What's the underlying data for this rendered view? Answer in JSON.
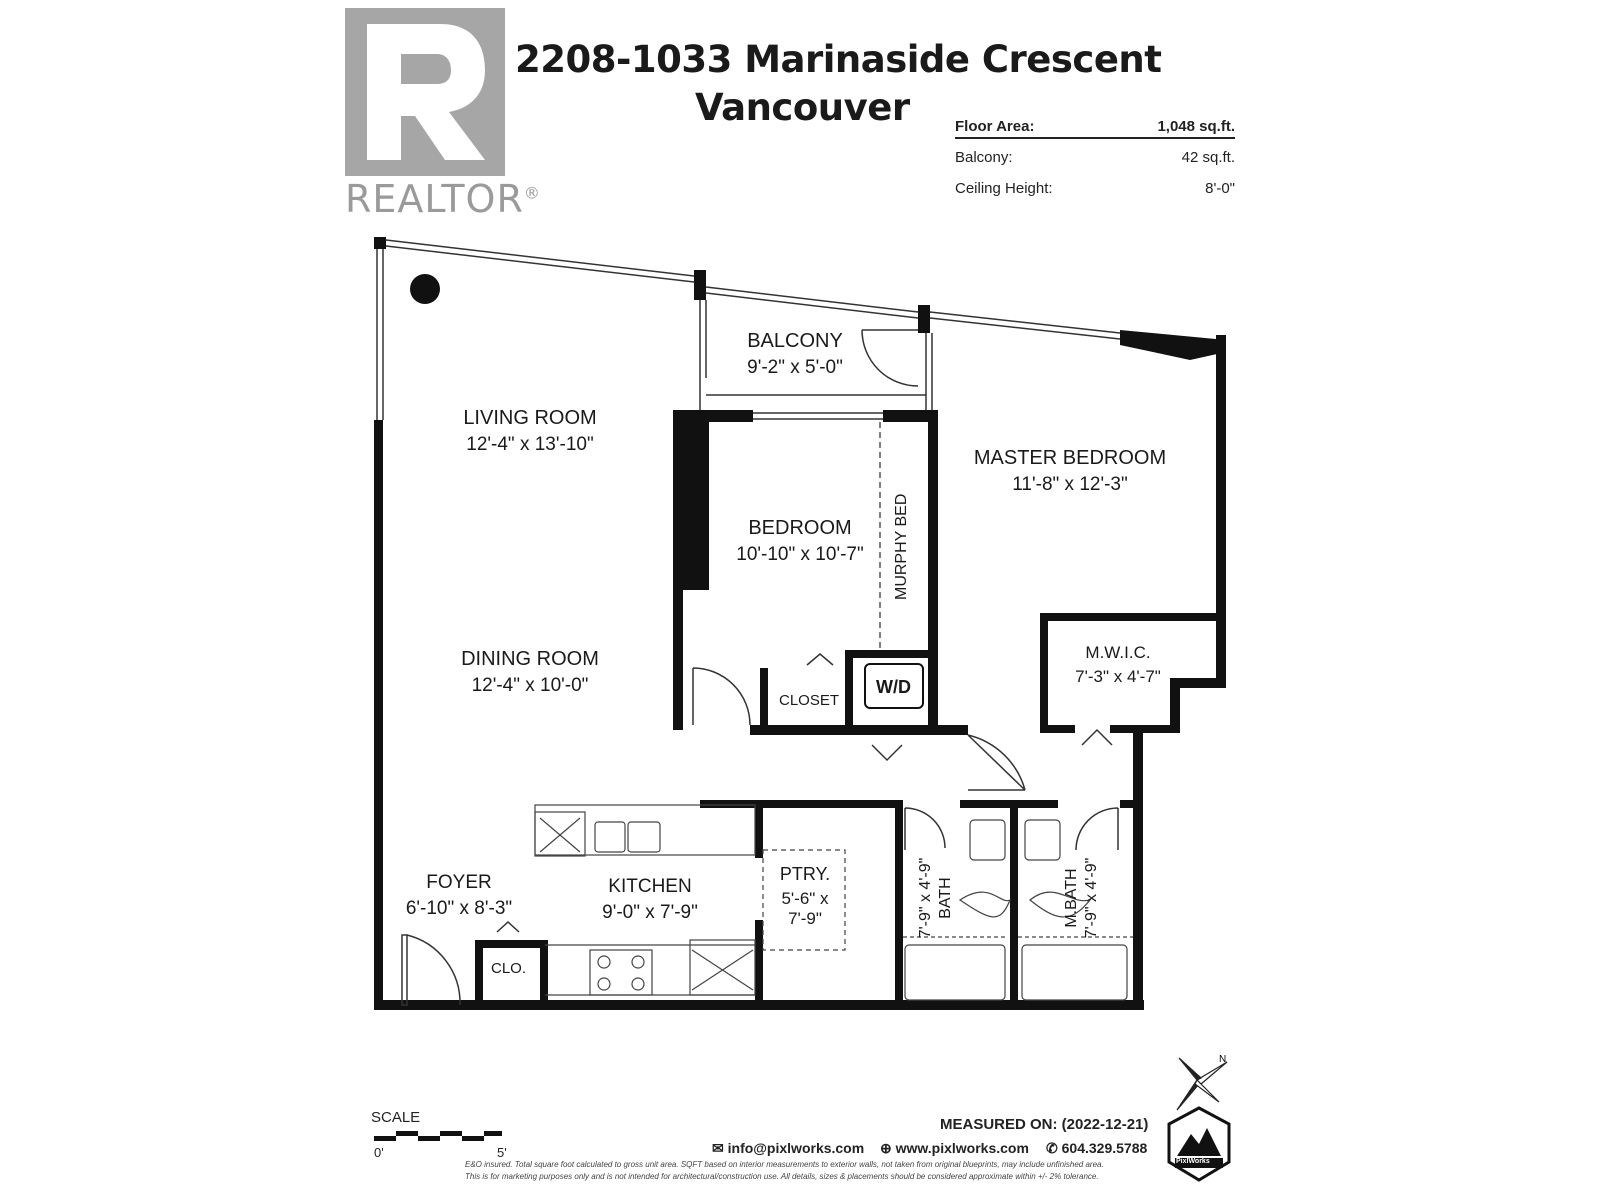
{
  "title_line1": "2208-1033 Marinaside Crescent",
  "title_line2": "Vancouver",
  "logo": {
    "text": "REALTOR",
    "mark": "®",
    "color": "#a6a6a6"
  },
  "areas": [
    {
      "label": "Floor Area:",
      "value": "1,048 sq.ft."
    },
    {
      "label": "Balcony:",
      "value": "42 sq.ft."
    },
    {
      "label": "Ceiling Height:",
      "value": "8'-0\""
    }
  ],
  "rooms": {
    "living": {
      "name": "LIVING ROOM",
      "dim": "12'-4\" x 13'-10\""
    },
    "balcony": {
      "name": "BALCONY",
      "dim": "9'-2\" x 5'-0\""
    },
    "master": {
      "name": "MASTER BEDROOM",
      "dim": "11'-8\" x 12'-3\""
    },
    "bedroom": {
      "name": "BEDROOM",
      "dim": "10'-10\" x 10'-7\""
    },
    "murphy": {
      "name": "MURPHY BED"
    },
    "dining": {
      "name": "DINING ROOM",
      "dim": "12'-4\" x 10'-0\""
    },
    "closet": {
      "name": "CLOSET"
    },
    "wd": {
      "name": "W/D"
    },
    "mwic": {
      "name": "M.W.I.C.",
      "dim": "7'-3\" x 4'-7\""
    },
    "foyer": {
      "name": "FOYER",
      "dim": "6'-10\" x 8'-3\""
    },
    "kitchen": {
      "name": "KITCHEN",
      "dim": "9'-0\" x 7'-9\""
    },
    "pantry": {
      "name": "PTRY.",
      "dim1": "5'-6\" x",
      "dim2": "7'-9\""
    },
    "bath": {
      "name": "BATH",
      "dim": "7'-9\" x 4'-9\""
    },
    "mbath": {
      "name": "M.BATH",
      "dim": "7'-9\" x 4'-9\""
    },
    "clo": {
      "name": "CLO."
    }
  },
  "scale": {
    "title": "SCALE",
    "start": "0'",
    "end": "5'"
  },
  "footer": {
    "measured": "MEASURED ON: (2022-12-21)",
    "email": "info@pixlworks.com",
    "web": "www.pixlworks.com",
    "phone": "604.329.5788",
    "disclaimer1": "E&O insured.  Total square foot calculated to gross unit area.  SQFT based on interior measurements to exterior walls, not taken from original blueprints, may include unfinished area.",
    "disclaimer2": "This is for marketing purposes only and is not intended for architectural/construction use.  All details, sizes & placements should be considered approximate within +/- 2% tolerance.",
    "brand": "PixlWorks"
  },
  "colors": {
    "wall": "#111111",
    "line": "#333333",
    "logo": "#a6a6a6"
  }
}
